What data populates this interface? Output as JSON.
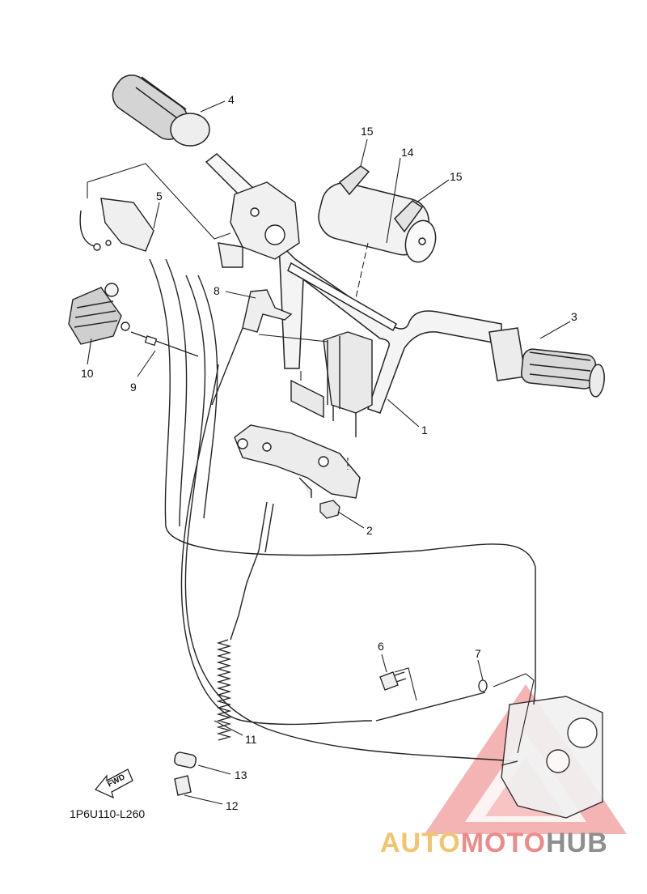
{
  "diagram": {
    "callouts": {
      "p1": "1",
      "p2": "2",
      "p3": "3",
      "p4": "4",
      "p5": "5",
      "p6": "6",
      "p7": "7",
      "p8": "8",
      "p9": "9",
      "p10": "10",
      "p11": "11",
      "p12": "12",
      "p13": "13",
      "p14": "14",
      "p15a": "15",
      "p15b": "15"
    },
    "diagram_code": "1P6U110-L260",
    "fwd_label": "FWD"
  },
  "watermark": {
    "auto": "AUTO",
    "moto": "MOTO",
    "hub": "HUB",
    "accent_colors": [
      "#f3c46e",
      "#f08a8a",
      "#8e8e8e"
    ]
  }
}
